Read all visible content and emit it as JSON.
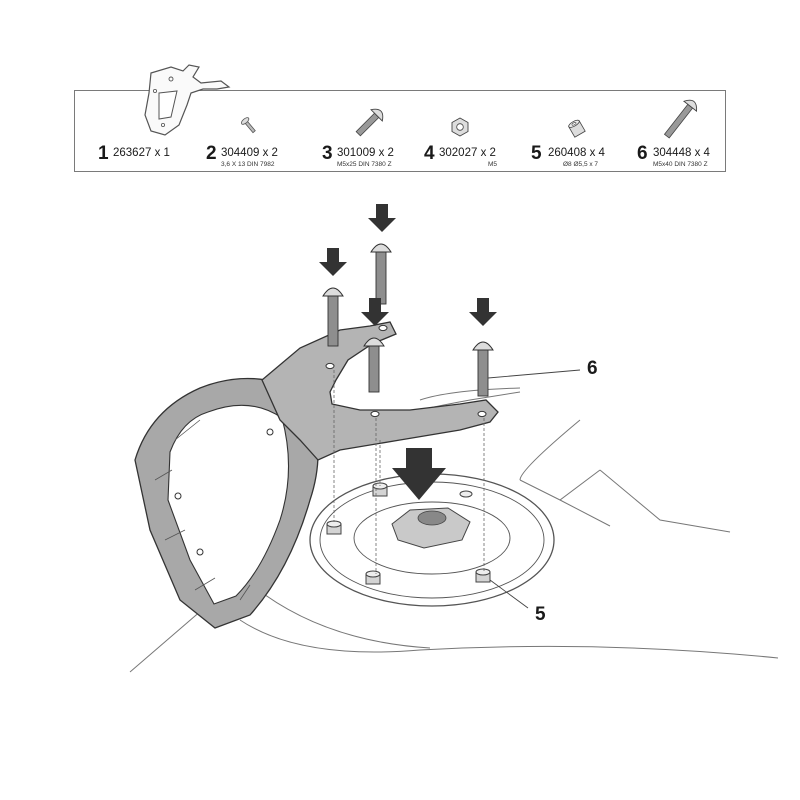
{
  "parts": [
    {
      "number": "1",
      "code": "263627 x 1",
      "spec": "",
      "icon": "bracket-icon"
    },
    {
      "number": "2",
      "code": "304409 x 2",
      "spec": "3,6 X 13 DIN 7982",
      "icon": "small-screw-icon"
    },
    {
      "number": "3",
      "code": "301009 x 2",
      "spec": "M5x25 DIN 7380 Z",
      "icon": "bolt-m5x25-icon"
    },
    {
      "number": "4",
      "code": "302027 x 2",
      "spec": "M5",
      "icon": "nut-icon"
    },
    {
      "number": "5",
      "code": "260408 x 4",
      "spec": "Ø8 Ø5,5 x 7",
      "icon": "spacer-icon"
    },
    {
      "number": "6",
      "code": "304448 x 4",
      "spec": "M5x40 DIN 7380 Z",
      "icon": "bolt-m5x40-icon"
    }
  ],
  "callouts": {
    "bolt": "6",
    "spacer": "5"
  }
}
